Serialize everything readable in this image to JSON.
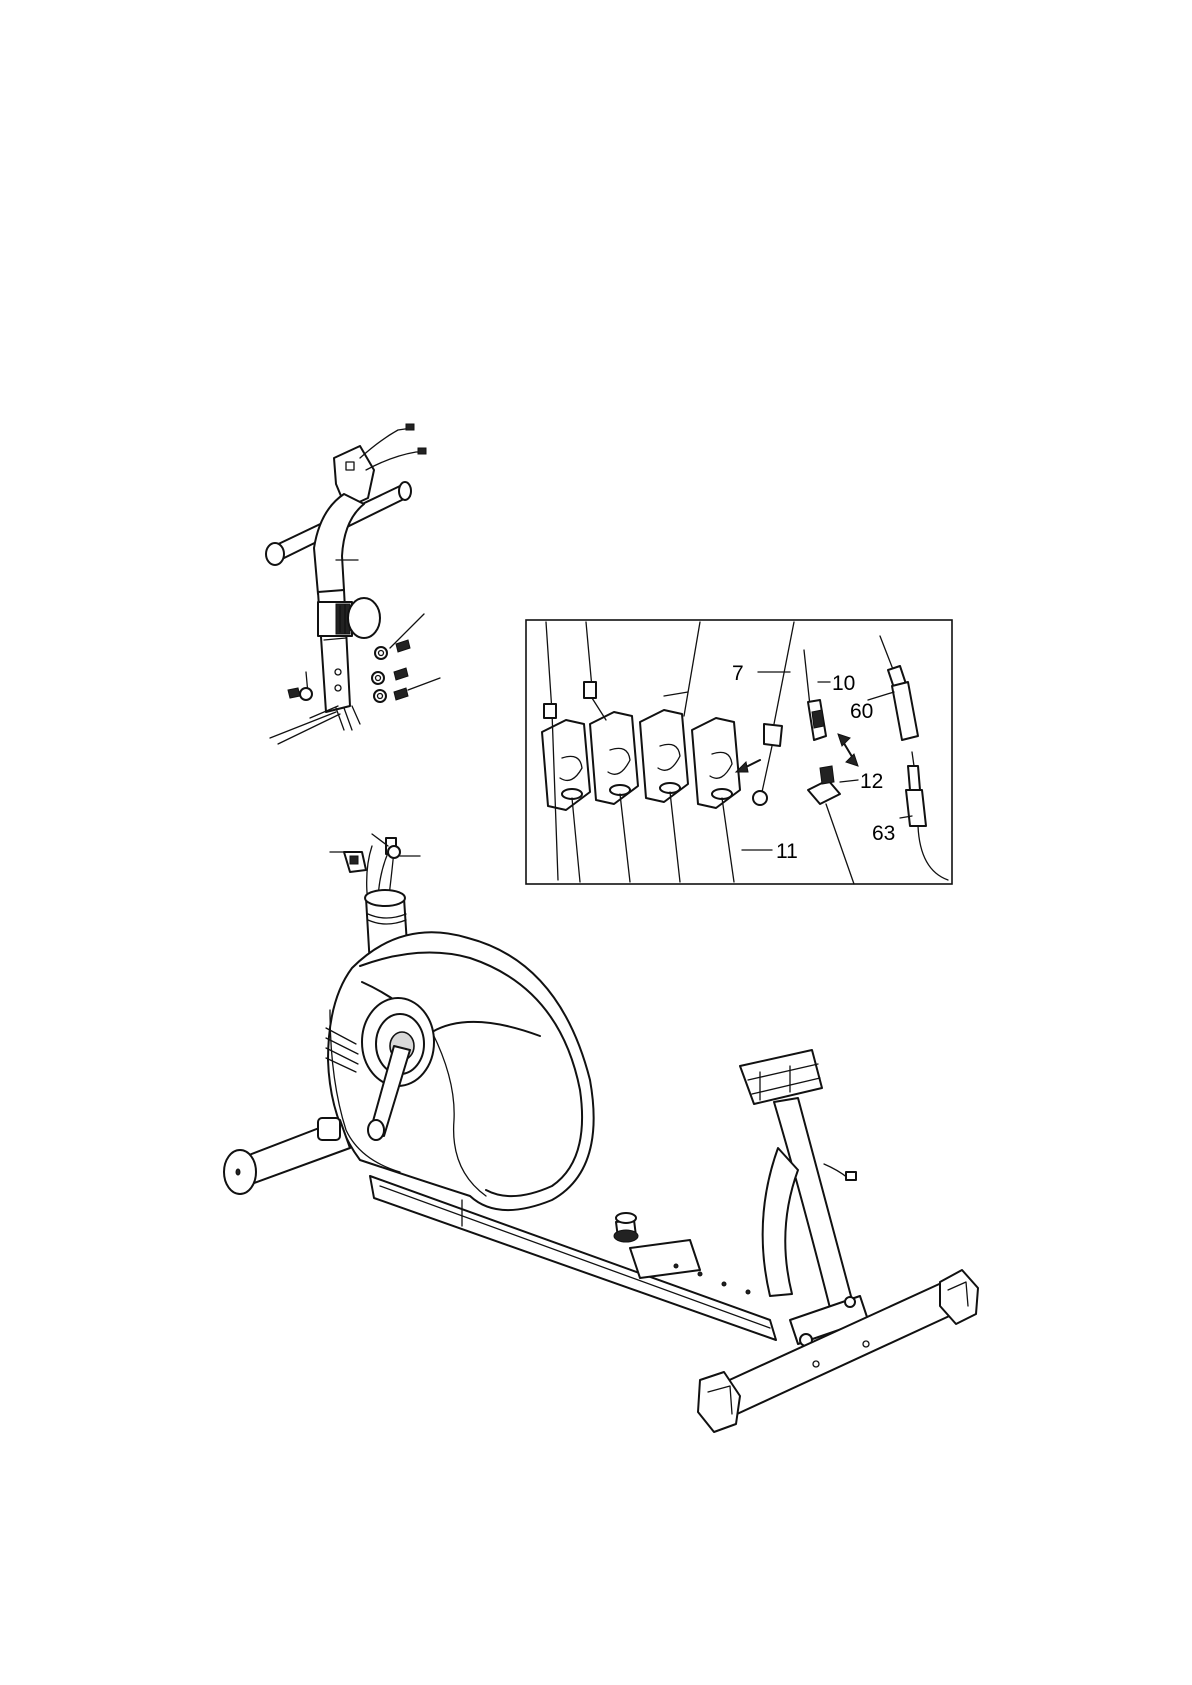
{
  "inset_labels": {
    "part_7": "7",
    "part_10": "10",
    "part_60": "60",
    "part_12": "12",
    "part_63": "63",
    "part_11": "11"
  },
  "colors": {
    "line": "#111111",
    "background": "#ffffff"
  }
}
